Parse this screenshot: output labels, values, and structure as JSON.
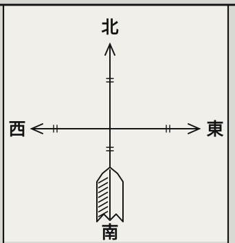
{
  "diagram": {
    "labels": {
      "north": "北",
      "south": "南",
      "east": "東",
      "west": "西"
    },
    "colors": {
      "paper": "#f0efea",
      "page_edge": "#d9d9d4",
      "ink": "#141414"
    },
    "arrow_marker_icon": "feather-fletching-icon"
  }
}
